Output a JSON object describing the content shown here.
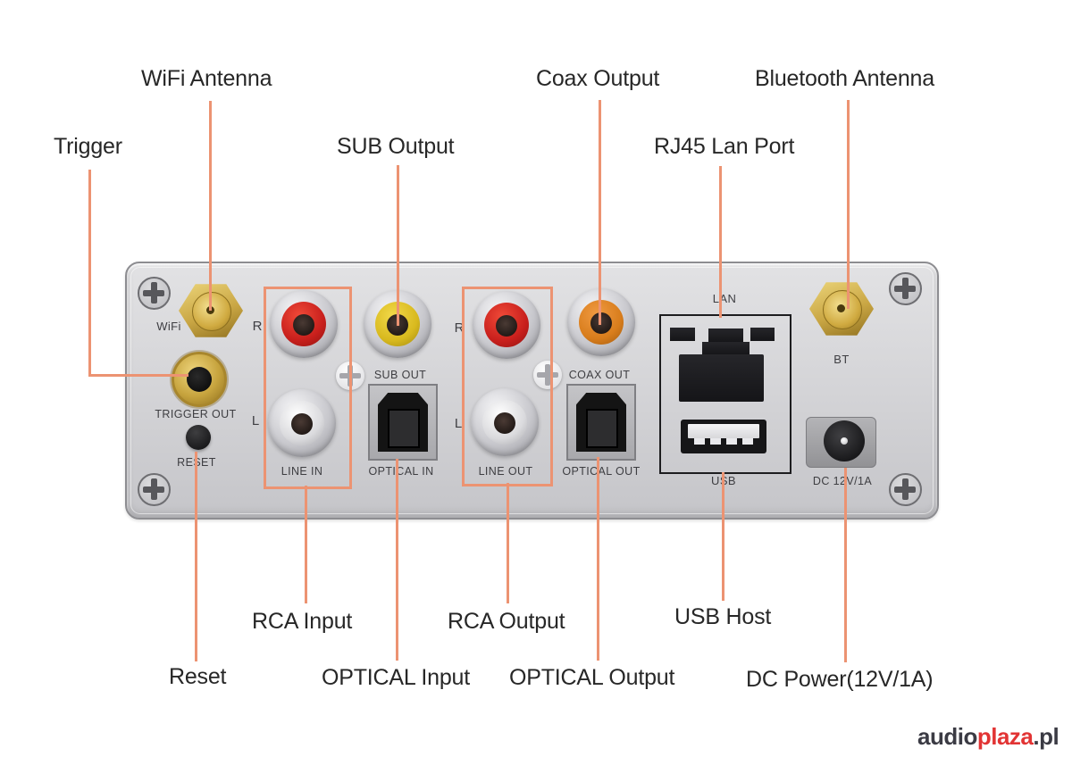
{
  "callouts": {
    "trigger": "Trigger",
    "wifi_antenna": "WiFi Antenna",
    "sub_output": "SUB Output",
    "coax_output": "Coax Output",
    "rj45_lan_port": "RJ45 Lan Port",
    "bluetooth_antenna": "Bluetooth Antenna",
    "rca_input": "RCA Input",
    "rca_output": "RCA Output",
    "usb_host": "USB Host",
    "reset": "Reset",
    "optical_input": "OPTICAL Input",
    "optical_output": "OPTICAL Output",
    "dc_power": "DC Power(12V/1A)"
  },
  "panel": {
    "wifi": "WiFi",
    "trigger_out": "TRIGGER OUT",
    "reset": "RESET",
    "r": "R",
    "l": "L",
    "line_in": "LINE IN",
    "sub_out": "SUB OUT",
    "optical_in": "OPTICAL IN",
    "line_out": "LINE OUT",
    "coax_out": "COAX OUT",
    "optical_out": "OPTICAL OUT",
    "lan": "LAN",
    "usb": "USB",
    "bt": "BT",
    "dc": "DC 12V/1A"
  },
  "logo": {
    "part1": "audio",
    "part2": "plaza",
    "part3": ".pl"
  },
  "colors": {
    "accent": "#EC9372",
    "logo-red": "#E23434",
    "rca_red": "#C81F1C",
    "rca_yellow": "#D8B91E",
    "rca_orange": "#D87D1C",
    "gold": "#C9A644"
  }
}
